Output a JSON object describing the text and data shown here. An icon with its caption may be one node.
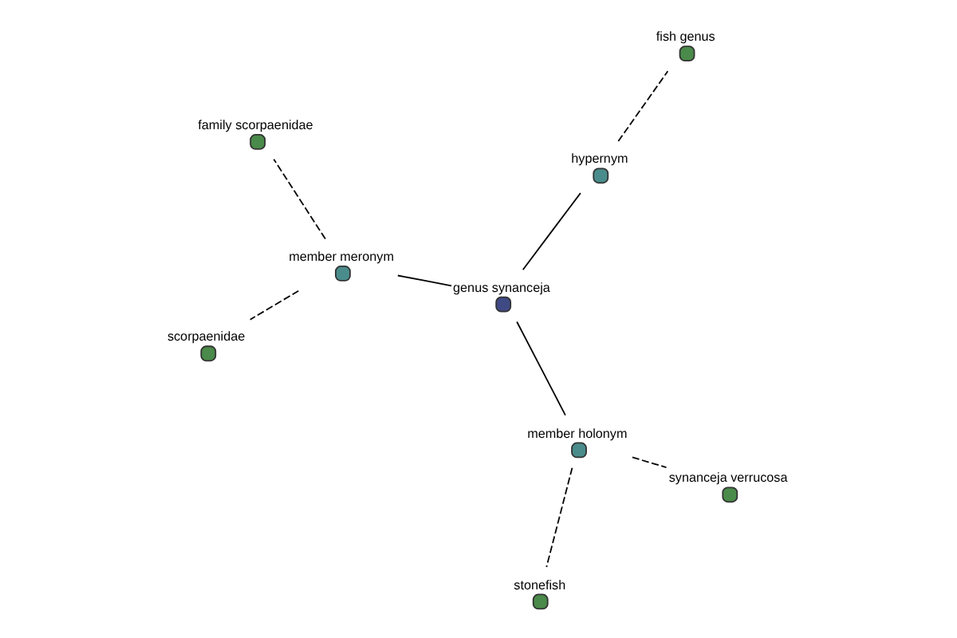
{
  "diagram": {
    "nodes": [
      {
        "text": [
          "scorpaenidae"
        ]
      },
      {
        "text": [
          "family scorpaenidae"
        ]
      },
      {
        "text": [
          "member meronym"
        ]
      },
      {
        "text": [
          "genus synanceja"
        ]
      },
      {
        "text": [
          "hypernym"
        ]
      },
      {
        "text": [
          "fish genus"
        ]
      },
      {
        "text": [
          "member holonym"
        ]
      },
      {
        "text": [
          "synanceja verrucosa"
        ]
      },
      {
        "text": [
          "stonefish"
        ]
      }
    ],
    "edges": [
      {
        "from": 2,
        "to": 0,
        "arrow": "none",
        "style": "dashed"
      },
      {
        "from": 2,
        "to": 1,
        "arrow": "none",
        "style": "dashed"
      },
      {
        "from": 3,
        "to": 2,
        "arrow": "none"
      },
      {
        "from": 3,
        "to": 4,
        "arrow": "none"
      },
      {
        "from": 4,
        "to": 5,
        "arrow": "none",
        "style": "dashed"
      },
      {
        "from": 3,
        "to": 6,
        "arrow": "none"
      },
      {
        "from": 6,
        "to": 7,
        "arrow": "none",
        "style": "dashed"
      },
      {
        "from": 6,
        "to": 8,
        "arrow": "none",
        "style": "dashed"
      }
    ]
  }
}
